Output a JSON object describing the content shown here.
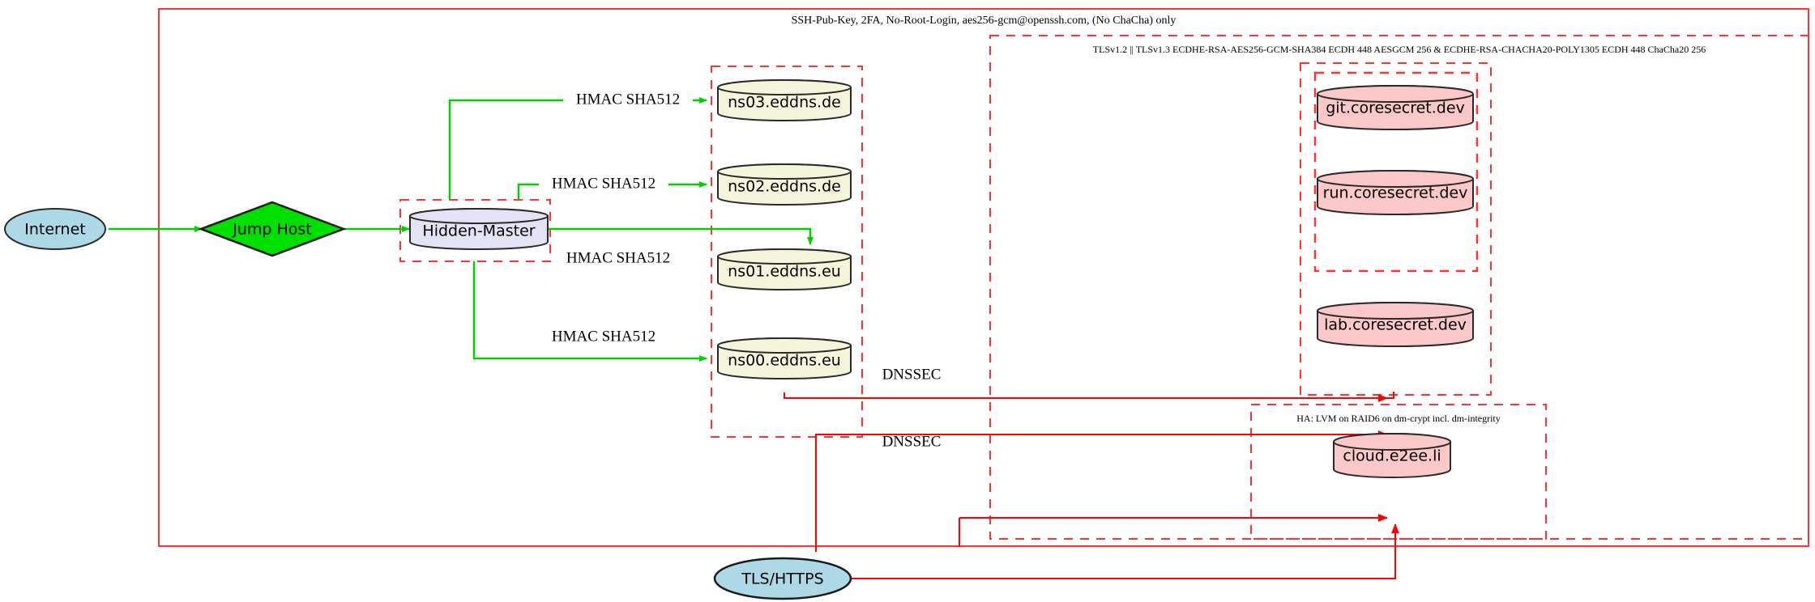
{
  "diagram": {
    "title_note": "SSH-Pub-Key, 2FA, No-Root-Login, aes256-gcm@openssh.com, (No ChaCha) only",
    "clusters": [
      {
        "id": "outer-ssh",
        "label": "SSH-Pub-Key, 2FA, No-Root-Login, aes256-gcm@openssh.com, (No ChaCha) only"
      },
      {
        "id": "tls-cluster",
        "label": "TLSv1.2 || TLSv1.3 ECDHE-RSA-AES256-GCM-SHA384 ECDH 448 AESGCM 256 & ECDHE-RSA-CHACHA20-POLY1305 ECDH 448 ChaCha20 256"
      },
      {
        "id": "ha-cluster",
        "label": "HA: LVM on RAID6 on dm-crypt incl. dm-integrity"
      }
    ],
    "nodes": {
      "internet": {
        "label": "Internet",
        "shape": "ellipse",
        "fill": "#add8e6"
      },
      "jump_host": {
        "label": "Jump Host",
        "shape": "diamond",
        "fill": "#00e000"
      },
      "hidden_master": {
        "label": "Hidden-Master",
        "shape": "cylinder",
        "fill": "#e3e3f5"
      },
      "ns03": {
        "label": "ns03.eddns.de",
        "shape": "cylinder",
        "fill": "#f5f5dc"
      },
      "ns02": {
        "label": "ns02.eddns.de",
        "shape": "cylinder",
        "fill": "#f5f5dc"
      },
      "ns01": {
        "label": "ns01.eddns.eu",
        "shape": "cylinder",
        "fill": "#f5f5dc"
      },
      "ns00": {
        "label": "ns00.eddns.eu",
        "shape": "cylinder",
        "fill": "#f5f5dc"
      },
      "git": {
        "label": "git.coresecret.dev",
        "shape": "cylinder",
        "fill": "#fac8c8"
      },
      "run": {
        "label": "run.coresecret.dev",
        "shape": "cylinder",
        "fill": "#fac8c8"
      },
      "lab": {
        "label": "lab.coresecret.dev",
        "shape": "cylinder",
        "fill": "#fac8c8"
      },
      "cloud": {
        "label": "cloud.e2ee.li",
        "shape": "cylinder",
        "fill": "#fac8c8"
      },
      "tls_https": {
        "label": "TLS/HTTPS",
        "shape": "ellipse",
        "fill": "#add8e6"
      }
    },
    "edge_labels": {
      "hmac_ns03": "HMAC SHA512",
      "hmac_ns02": "HMAC SHA512",
      "hmac_ns01": "HMAC SHA512",
      "hmac_ns00": "HMAC SHA512",
      "dnssec_upper": "DNSSEC",
      "dnssec_lower": "DNSSEC"
    },
    "colors": {
      "cluster_stroke": "#ff3333",
      "secure_edge": "#00d000",
      "dnssec_edge": "#ff0000",
      "node_stroke": "#2a2a2a"
    }
  }
}
